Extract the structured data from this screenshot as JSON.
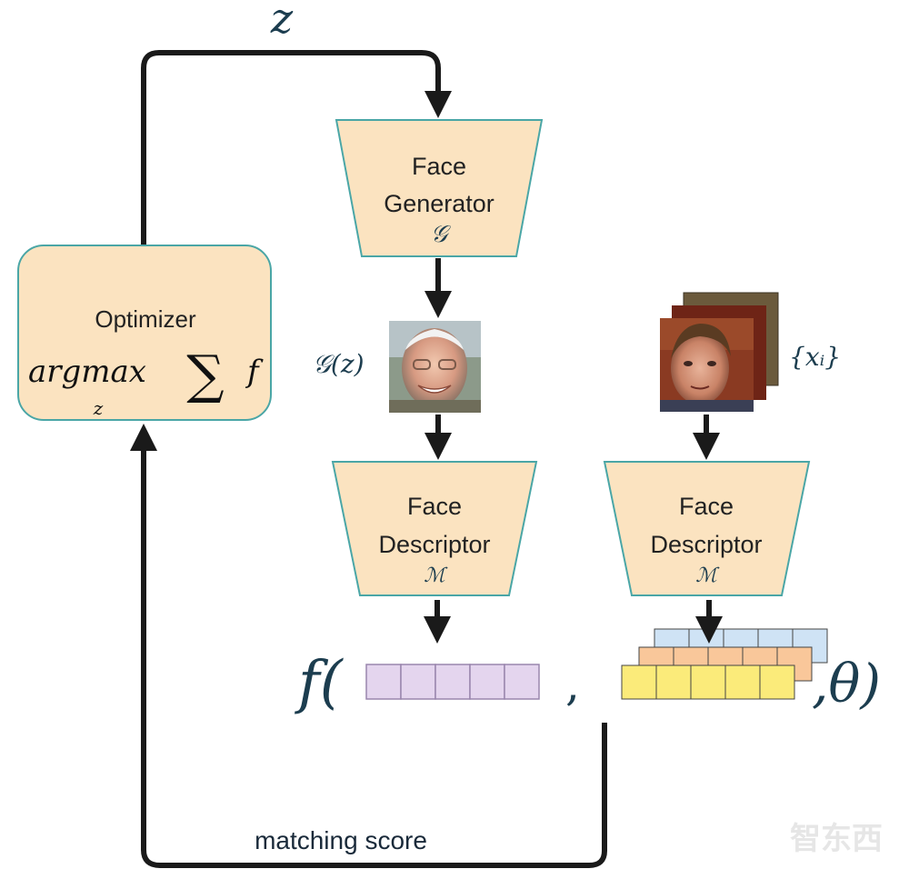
{
  "diagram": {
    "loop_variable": "z",
    "optimizer": {
      "title": "Optimizer",
      "formula_main": "argmax",
      "formula_sub": "z",
      "formula_sum": "∑",
      "formula_f": "f"
    },
    "generator": {
      "line1": "Face",
      "line2": "Generator",
      "symbol": "𝒢"
    },
    "generated_label": "𝒢(z)",
    "dataset_label": "{xᵢ}",
    "descriptor_left": {
      "line1": "Face",
      "line2": "Descriptor",
      "symbol": "ℳ"
    },
    "descriptor_right": {
      "line1": "Face",
      "line2": "Descriptor",
      "symbol": "ℳ"
    },
    "function_expr": {
      "open": "f(",
      "comma": ",",
      "close": ",θ)"
    },
    "score_label": "matching score",
    "watermark": "智东西",
    "colors": {
      "block_fill": "#fbe3c0",
      "block_stroke": "#4aa6a6",
      "arrow": "#1a1a1a",
      "math_text": "#1c3d4f",
      "feature_purple": "#e4d5ee",
      "feature_blue": "#cfe3f5",
      "feature_orange": "#f9c79a",
      "feature_yellow": "#fbeb7a"
    }
  }
}
